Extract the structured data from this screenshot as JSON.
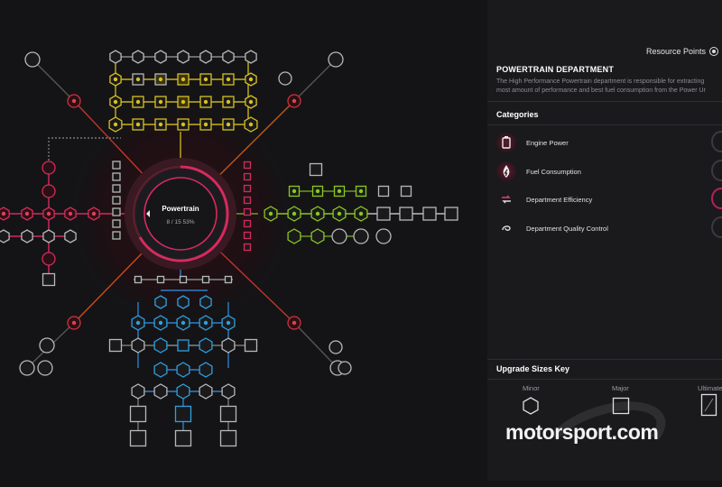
{
  "tree": {
    "center": {
      "name": "Powertrain",
      "progress": "8 / 15  53%"
    },
    "colors": {
      "engine": "#d8c020",
      "fuel": "#e24050",
      "efficiency": "#8ac820",
      "quality": "#2ea0e0",
      "neutral": "#b8b8b8",
      "accent": "#d62a5e"
    }
  },
  "panel": {
    "resource_points_label": "Resource Points",
    "department_title": "POWERTRAIN DEPARTMENT",
    "department_desc_1": "The High Performance Powertrain department is responsible for extracting",
    "department_desc_2": "most amount of performance and best fuel consumption from the Power Ur",
    "categories_title": "Categories",
    "categories": [
      {
        "label": "Engine Power",
        "icon": "engine-icon"
      },
      {
        "label": "Fuel Consumption",
        "icon": "fuel-drop-icon"
      },
      {
        "label": "Department Efficiency",
        "icon": "efficiency-arrows-icon"
      },
      {
        "label": "Department Quality Control",
        "icon": "quality-icon"
      }
    ],
    "upgrade_key_title": "Upgrade Sizes Key",
    "sizes": [
      {
        "label": "Minor",
        "icon": "hexagon-icon"
      },
      {
        "label": "Major",
        "icon": "square-icon"
      },
      {
        "label": "Ultimate",
        "icon": "tall-rect-icon"
      }
    ]
  },
  "watermark": "motorsport.com"
}
